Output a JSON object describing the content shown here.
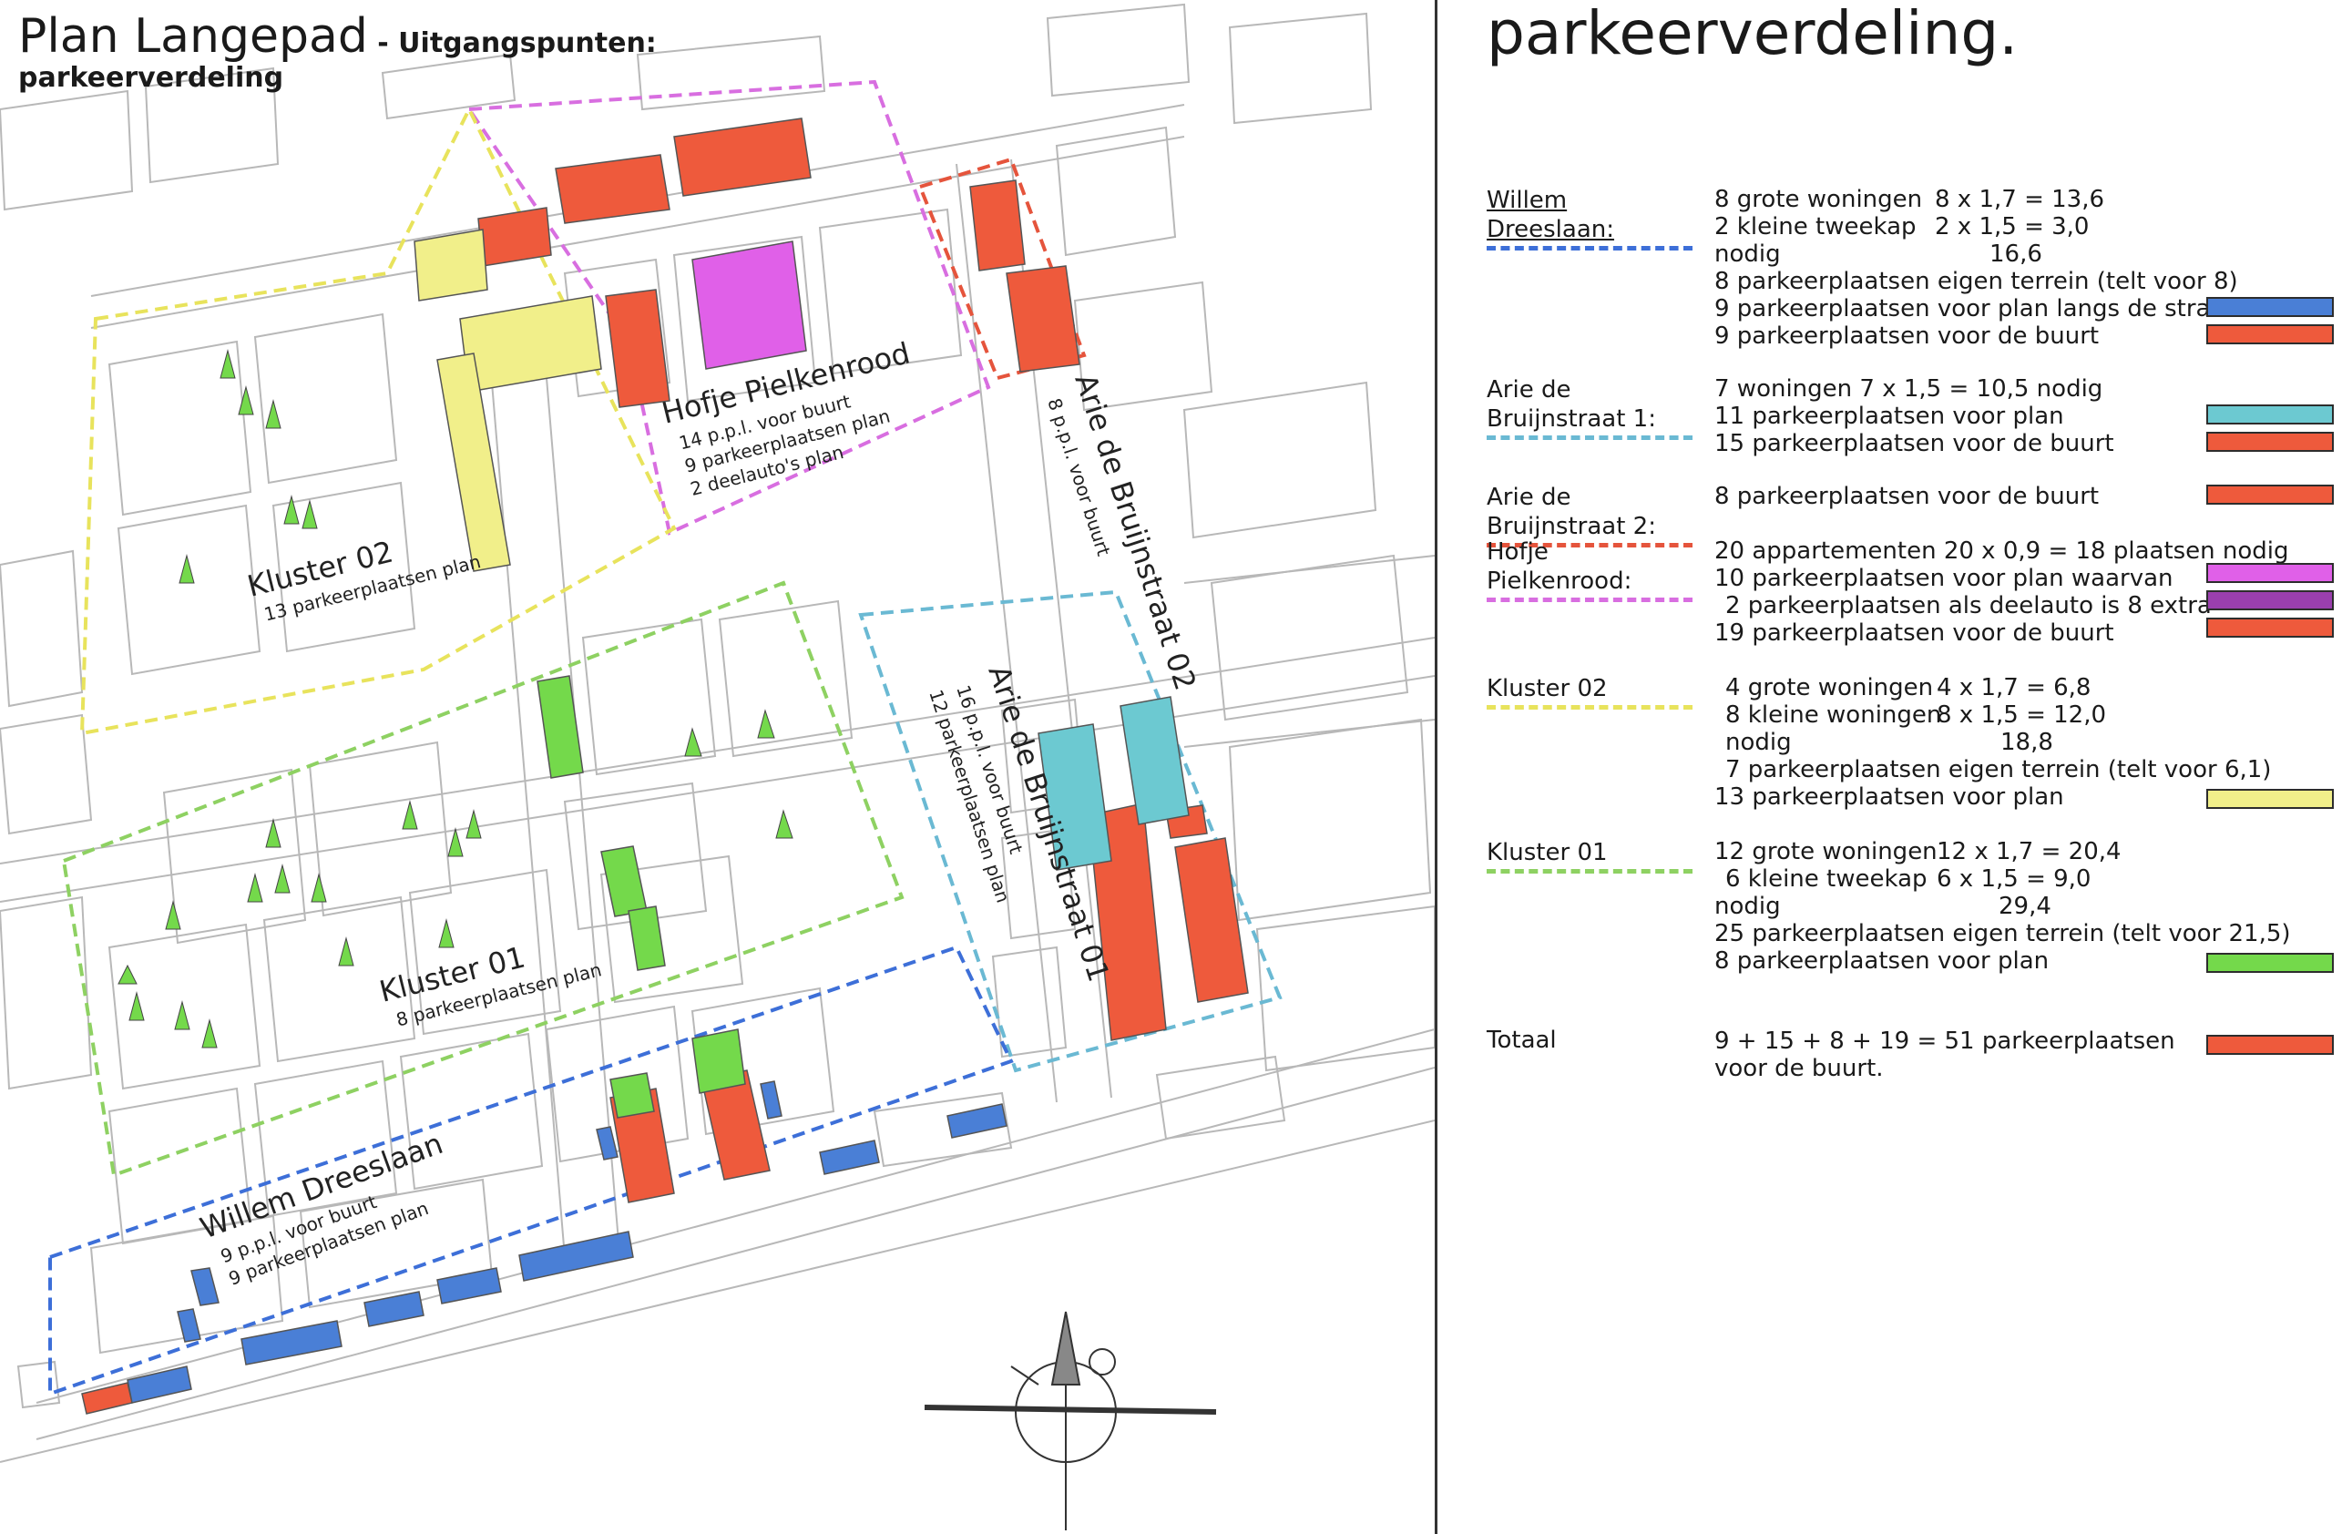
{
  "header": {
    "title_main": "Plan Langepad",
    "title_suffix": " - Uitgangspunten:",
    "subtitle": "parkeerverdeling",
    "right_title": "parkeerverdeling."
  },
  "colors": {
    "blue": "#4a7fd6",
    "cyan": "#6cc9d1",
    "red": "#ee5a3c",
    "magenta": "#e060e8",
    "purple": "#9a3fae",
    "yellow": "#f1ef8a",
    "green": "#74d94b",
    "dash_blue": "#3d6fd8",
    "dash_cyan": "#6ab9d3",
    "dash_red": "#e5543c",
    "dash_magenta": "#d86ee0",
    "dash_yellow": "#e8e35c",
    "dash_green": "#8ed162"
  },
  "map": {
    "labels": {
      "hofje_title": "Hofje Pielkenrood",
      "hofje_l1": "14 p.p.l. voor buurt",
      "hofje_l2": "9 parkeerplaatsen plan",
      "hofje_l3": "2 deelauto's plan",
      "ab02_title": "Arie de Bruijnstraat 02",
      "ab02_l1": "8 p.p.l. voor buurt",
      "kluster02_title": "Kluster 02",
      "kluster02_l1": "13 parkeerplaatsen plan",
      "ab01_title": "Arie de Bruijnstraat 01",
      "ab01_l1": "16 p.p.l. voor buurt",
      "ab01_l2": "12 parkeerplaatsen plan",
      "kluster01_title": "Kluster 01",
      "kluster01_l1": "8 parkeerplaatsen plan",
      "wd_title": "Willem Dreeslaan",
      "wd_l1": "9 p.p.l. voor buurt",
      "wd_l2": "9 parkeerplaatsen plan"
    }
  },
  "legend": {
    "willem": {
      "name": "Willem Dreeslaan:",
      "l1a": "8 grote woningen",
      "l1b": "8 x 1,7 = 13,6",
      "l2a": "2 kleine tweekap",
      "l2b": "2 x 1,5 =   3,0",
      "l3a": "nodig",
      "l3b": "16,6",
      "l4": "8 parkeerplaatsen eigen terrein (telt voor 8)",
      "l5": "9 parkeerplaatsen voor plan langs de straat",
      "l6": "9 parkeerplaatsen voor de buurt"
    },
    "arie1": {
      "name": "Arie de Bruijnstraat 1:",
      "l1": "7 woningen    7 x 1,5 = 10,5  nodig",
      "l2": "11 parkeerplaatsen voor plan",
      "l3": "15 parkeerplaatsen voor de buurt"
    },
    "arie2": {
      "name": "Arie de Bruijnstraat 2:",
      "l1": "8 parkeerplaatsen voor de buurt"
    },
    "hofje": {
      "name": "Hofje Pielkenrood:",
      "l1": "20 appartementen 20 x 0,9 = 18 plaatsen nodig",
      "l2": "10 parkeerplaatsen voor plan waarvan",
      "l3": "2 parkeerplaatsen als deelauto is 8 extra",
      "l4": "19 parkeerplaatsen voor de buurt"
    },
    "kluster02": {
      "name": "Kluster 02",
      "l1a": "4 grote woningen",
      "l1b": "4 x 1,7 =   6,8",
      "l2a": "8 kleine woningen",
      "l2b": "8 x 1,5 = 12,0",
      "l3a": "nodig",
      "l3b": "18,8",
      "l4": "7 parkeerplaatsen eigen terrein (telt voor 6,1)",
      "l5": "13 parkeerplaatsen voor plan"
    },
    "kluster01": {
      "name": "Kluster 01",
      "l1a": "12 grote woningen",
      "l1b": "12 x 1,7 = 20,4",
      "l2a": "6 kleine tweekap",
      "l2b": "6 x 1,5 =   9,0",
      "l3a": "nodig",
      "l3b": "29,4",
      "l4": "25 parkeerplaatsen eigen terrein (telt voor 21,5)",
      "l5": "8 parkeerplaatsen voor plan"
    },
    "totaal": {
      "name": "Totaal",
      "l1": "9 + 15 + 8 + 19 = 51 parkeerplaatsen",
      "l2": "voor de buurt."
    }
  }
}
